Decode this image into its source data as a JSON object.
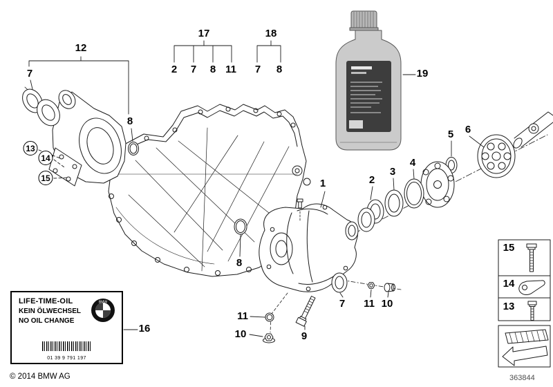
{
  "callouts": {
    "1": "1",
    "2": "2",
    "3": "3",
    "4": "4",
    "5": "5",
    "6": "6",
    "7": "7",
    "8": "8",
    "9": "9",
    "10": "10",
    "11": "11",
    "12": "12",
    "13": "13",
    "14": "14",
    "15": "15",
    "16": "16",
    "17": "17",
    "18": "18",
    "19": "19"
  },
  "groups": {
    "group12": {
      "label": "12",
      "members": [
        "7",
        "8"
      ]
    },
    "group17": {
      "label": "17",
      "members": [
        "2",
        "7",
        "8",
        "11"
      ]
    },
    "group18": {
      "label": "18",
      "members": [
        "7",
        "8"
      ]
    }
  },
  "label_box": {
    "line1": "LIFE-TIME-OIL",
    "line2": "KEIN ÖLWECHSEL",
    "line3": "NO OIL CHANGE",
    "barcode_number": "01 39 9 791 197",
    "logo": "bmw-roundel-icon"
  },
  "legend": {
    "rows": [
      {
        "num": "15",
        "icon": "hex-bolt-long-icon"
      },
      {
        "num": "14",
        "icon": "retaining-clip-icon"
      },
      {
        "num": "13",
        "icon": "hex-bolt-short-icon"
      }
    ],
    "arrow_box": {
      "icon": "travel-direction-arrow-icon"
    }
  },
  "footer": {
    "copyright": "© 2014 BMW AG",
    "diagram_number": "363844"
  },
  "colors": {
    "line": "#1a1a1a",
    "bottle_gray": "#cbcbcb",
    "bottle_label": "#3d3d3d"
  }
}
